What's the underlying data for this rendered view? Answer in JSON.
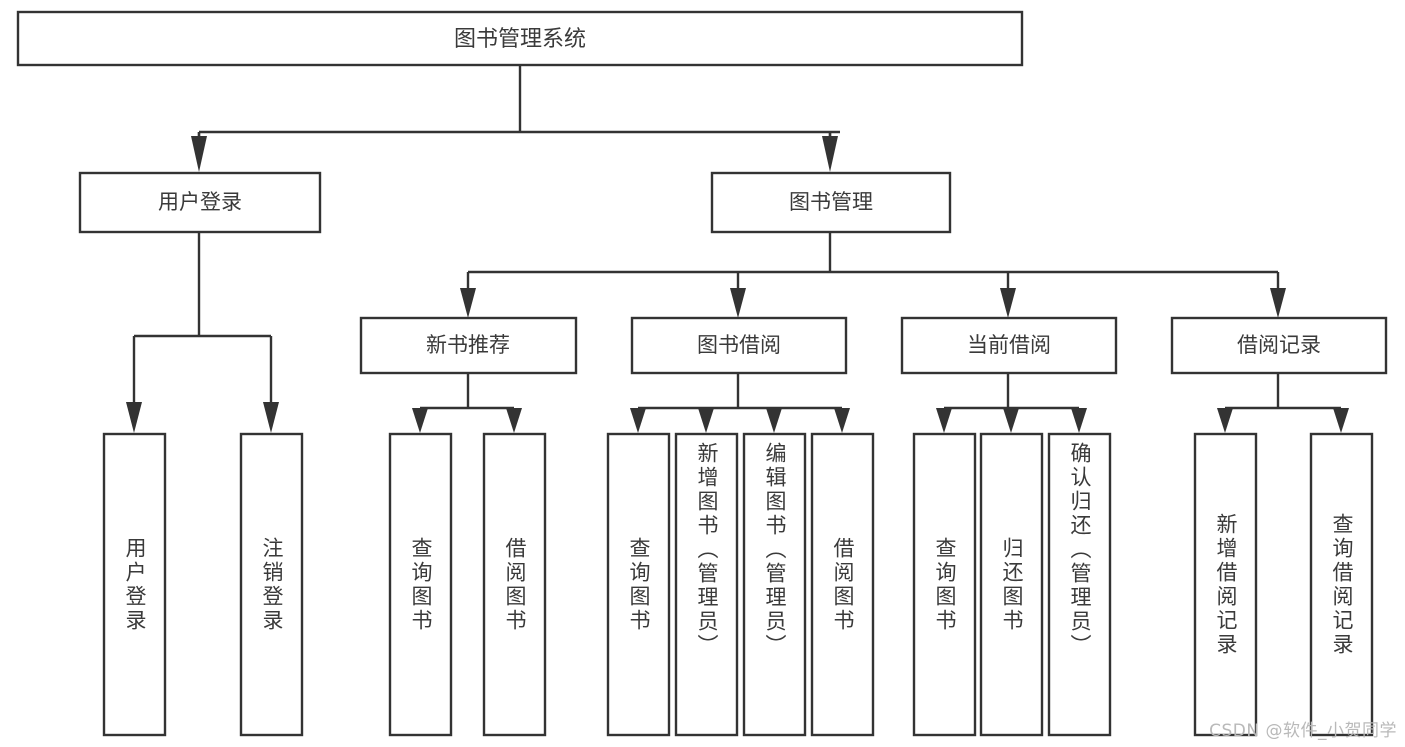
{
  "diagram": {
    "type": "tree-hierarchy",
    "orientation": "top-down",
    "root": {
      "id": "root",
      "label": "图书管理系统"
    },
    "level1": [
      {
        "id": "user-login",
        "label": "用户登录"
      },
      {
        "id": "book-management",
        "label": "图书管理"
      }
    ],
    "level2": [
      {
        "id": "new-book-recommend",
        "label": "新书推荐",
        "parent": "book-management"
      },
      {
        "id": "book-borrow",
        "label": "图书借阅",
        "parent": "book-management"
      },
      {
        "id": "current-borrow",
        "label": "当前借阅",
        "parent": "book-management"
      },
      {
        "id": "borrow-record",
        "label": "借阅记录",
        "parent": "book-management"
      }
    ],
    "leaves": [
      {
        "id": "leaf-user-login",
        "label": "用户登录",
        "parent": "user-login"
      },
      {
        "id": "leaf-logout",
        "label": "注销登录",
        "parent": "user-login"
      },
      {
        "id": "leaf-query-book-1",
        "label": "查询图书",
        "parent": "new-book-recommend"
      },
      {
        "id": "leaf-borrow-book-1",
        "label": "借阅图书",
        "parent": "new-book-recommend"
      },
      {
        "id": "leaf-query-book-2",
        "label": "查询图书",
        "parent": "book-borrow"
      },
      {
        "id": "leaf-add-book",
        "label": "新增图书（管理员）",
        "parent": "book-borrow"
      },
      {
        "id": "leaf-edit-book",
        "label": "编辑图书（管理员）",
        "parent": "book-borrow"
      },
      {
        "id": "leaf-borrow-book-2",
        "label": "借阅图书",
        "parent": "book-borrow"
      },
      {
        "id": "leaf-query-book-3",
        "label": "查询图书",
        "parent": "current-borrow"
      },
      {
        "id": "leaf-return-book",
        "label": "归还图书",
        "parent": "current-borrow"
      },
      {
        "id": "leaf-confirm-return",
        "label": "确认归还（管理员）",
        "parent": "current-borrow"
      },
      {
        "id": "leaf-add-record",
        "label": "新增借阅记录",
        "parent": "borrow-record"
      },
      {
        "id": "leaf-query-record",
        "label": "查询借阅记录",
        "parent": "borrow-record"
      }
    ]
  },
  "watermark": {
    "text": "CSDN @软件_小贺同学"
  },
  "colors": {
    "stroke": "#333333",
    "box_fill": "#ffffff",
    "text": "#3a3a3a",
    "watermark": "#b9b9b9",
    "background": "#ffffff"
  }
}
